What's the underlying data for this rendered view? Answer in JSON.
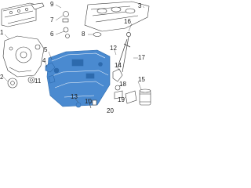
{
  "colors": {
    "line": "#3a3a3a",
    "part_fill": "#ffffff",
    "highlight_fill": "#4a8ad0",
    "highlight_dark": "#2d6aad",
    "text": "#222222"
  },
  "callouts": {
    "c1": "1",
    "c2": "2",
    "c3": "3",
    "c4": "4",
    "c5": "5",
    "c6": "6",
    "c7": "7",
    "c8": "8",
    "c9": "9",
    "c10": "10",
    "c11": "11",
    "c12": "12",
    "c13": "13",
    "c14": "14",
    "c15": "15",
    "c16": "16",
    "c17": "17",
    "c18": "18",
    "c19": "19",
    "c20": "20"
  }
}
